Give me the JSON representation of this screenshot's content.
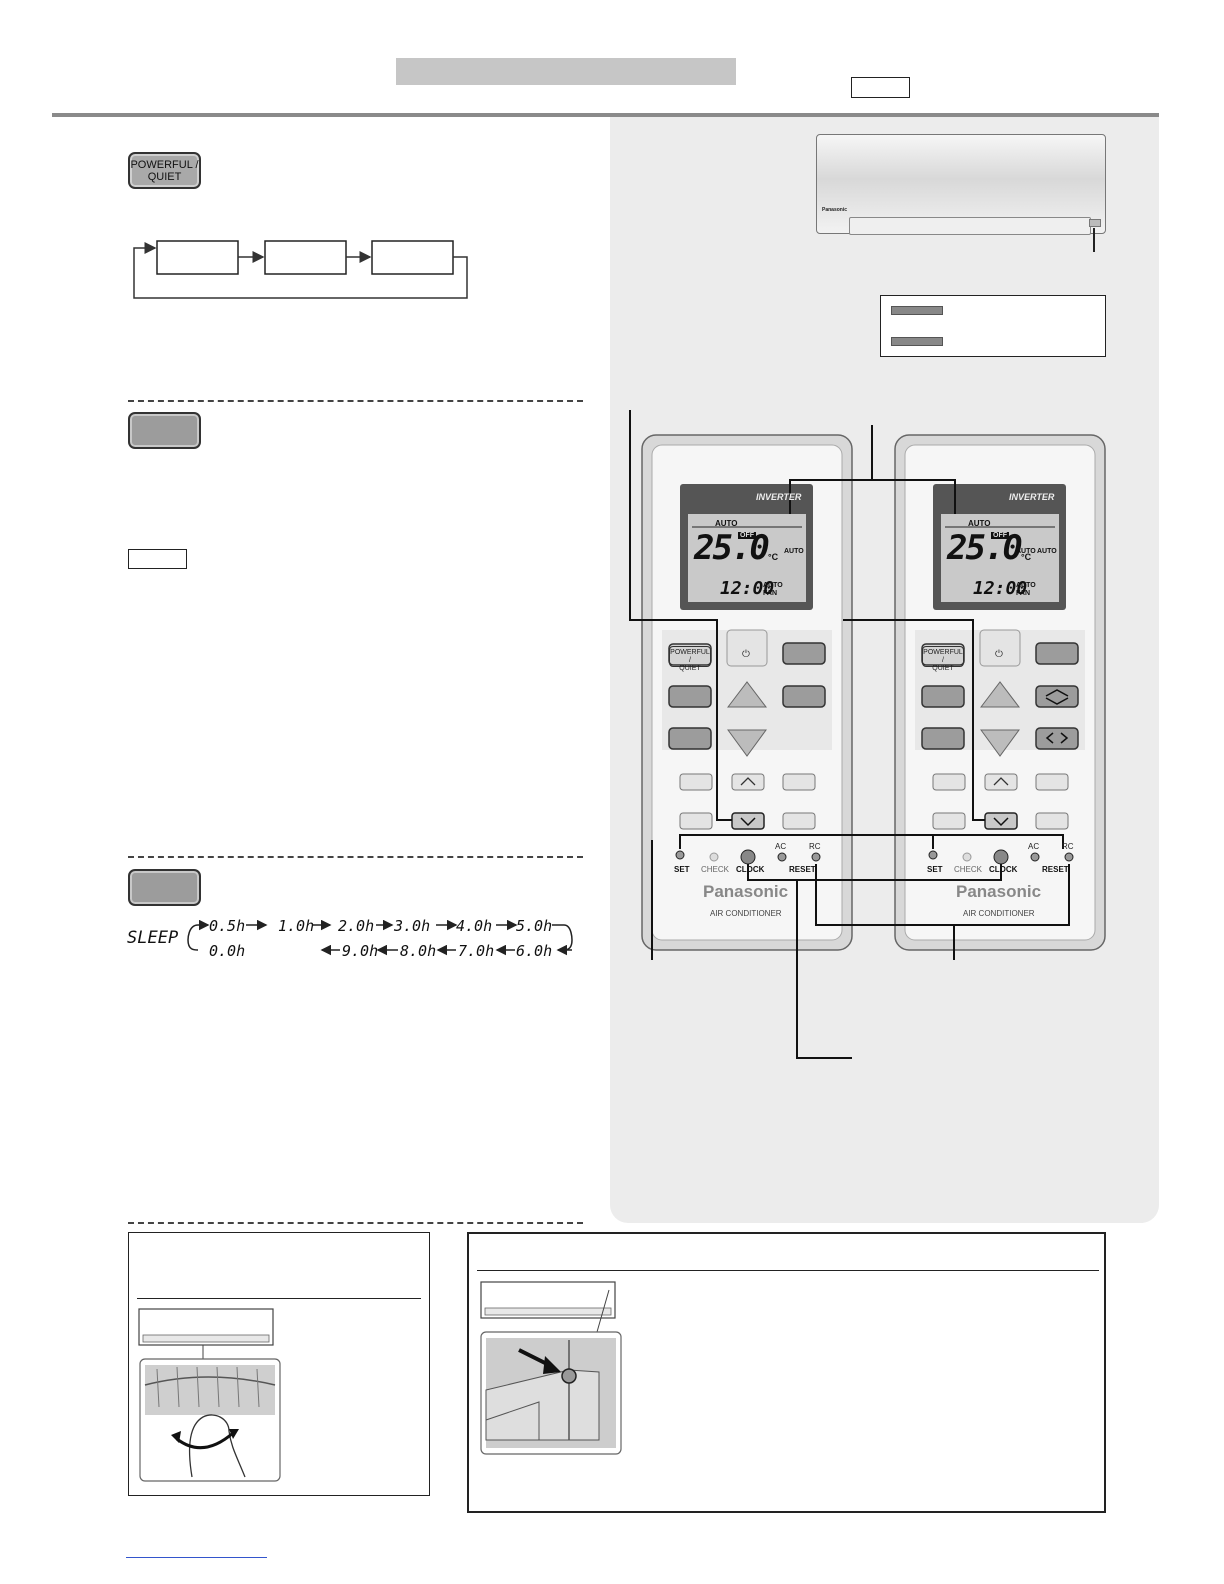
{
  "buttons": {
    "powerful_quiet": "POWERFUL /\nQUIET"
  },
  "sleep": {
    "label": "SLEEP",
    "top_row": [
      "0.5h",
      "1.0h",
      "2.0h",
      "3.0h",
      "4.0h",
      "5.0h"
    ],
    "bottom_row_start": "0.0h",
    "bottom_row": [
      "9.0h",
      "8.0h",
      "7.0h",
      "6.0h"
    ]
  },
  "indoor_unit": {
    "brand": "Panasonic"
  },
  "remote": {
    "display_brand": "INVERTER",
    "mode": "AUTO",
    "temperature": "25.0",
    "unit": "°C",
    "off_tag": "OFF",
    "clock": "12:00",
    "fan_auto": "AUTO",
    "fan_label": "FAN",
    "swing_auto": "AUTO",
    "powerful_quiet": "POWERFUL /\nQUIET",
    "power_symbol": "⏻",
    "set": "SET",
    "check": "CHECK",
    "clock_label": "CLOCK",
    "ac": "AC",
    "rc": "RC",
    "reset": "RESET",
    "brand": "Panasonic",
    "subtitle": "AIR CONDITIONER"
  },
  "icons": {
    "arrow_up": "triangle-up",
    "arrow_down": "triangle-down",
    "chevron_up": "^",
    "chevron_down": "v",
    "swing_vertical": "up-down",
    "swing_horizontal": "left-right"
  },
  "colors": {
    "panel_bg": "#ececec",
    "lcd_bezel": "#555555",
    "lcd": "#c9c9c9",
    "button_grey": "#9c9c9c",
    "rule": "#8a8a8a"
  }
}
